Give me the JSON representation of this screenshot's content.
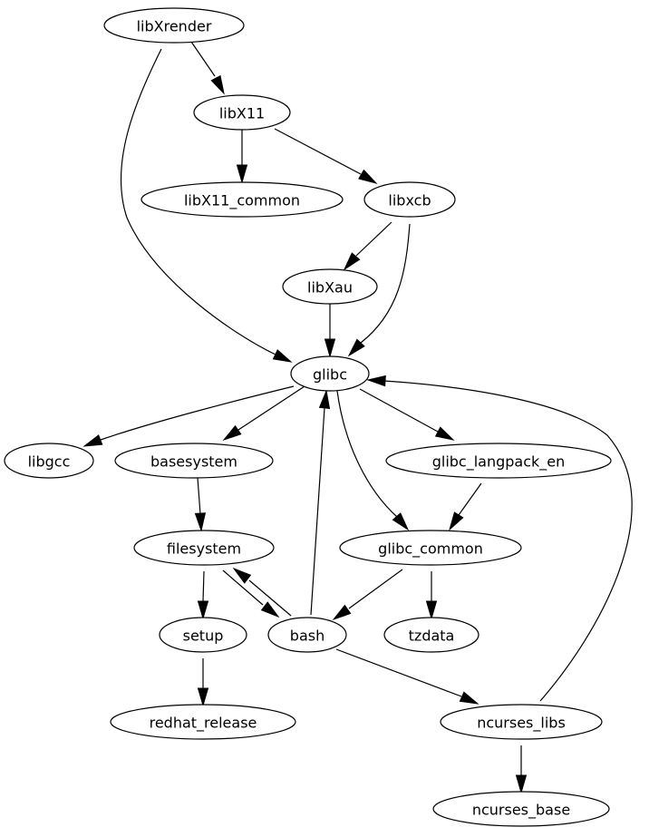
{
  "graph": {
    "type": "directed",
    "nodes": [
      {
        "id": "libXrender",
        "label": "libXrender"
      },
      {
        "id": "libX11",
        "label": "libX11"
      },
      {
        "id": "libX11_common",
        "label": "libX11_common"
      },
      {
        "id": "libxcb",
        "label": "libxcb"
      },
      {
        "id": "libXau",
        "label": "libXau"
      },
      {
        "id": "glibc",
        "label": "glibc"
      },
      {
        "id": "libgcc",
        "label": "libgcc"
      },
      {
        "id": "basesystem",
        "label": "basesystem"
      },
      {
        "id": "glibc_langpack_en",
        "label": "glibc_langpack_en"
      },
      {
        "id": "filesystem",
        "label": "filesystem"
      },
      {
        "id": "glibc_common",
        "label": "glibc_common"
      },
      {
        "id": "setup",
        "label": "setup"
      },
      {
        "id": "bash",
        "label": "bash"
      },
      {
        "id": "tzdata",
        "label": "tzdata"
      },
      {
        "id": "redhat_release",
        "label": "redhat_release"
      },
      {
        "id": "ncurses_libs",
        "label": "ncurses_libs"
      },
      {
        "id": "ncurses_base",
        "label": "ncurses_base"
      }
    ],
    "edges": [
      {
        "from": "libXrender",
        "to": "libX11"
      },
      {
        "from": "libXrender",
        "to": "glibc"
      },
      {
        "from": "libX11",
        "to": "libX11_common"
      },
      {
        "from": "libX11",
        "to": "libxcb"
      },
      {
        "from": "libxcb",
        "to": "libXau"
      },
      {
        "from": "libxcb",
        "to": "glibc"
      },
      {
        "from": "libXau",
        "to": "glibc"
      },
      {
        "from": "glibc",
        "to": "libgcc"
      },
      {
        "from": "glibc",
        "to": "basesystem"
      },
      {
        "from": "glibc",
        "to": "glibc_langpack_en"
      },
      {
        "from": "glibc",
        "to": "glibc_common"
      },
      {
        "from": "basesystem",
        "to": "filesystem"
      },
      {
        "from": "glibc_langpack_en",
        "to": "glibc_common"
      },
      {
        "from": "filesystem",
        "to": "setup"
      },
      {
        "from": "filesystem",
        "to": "bash"
      },
      {
        "from": "bash",
        "to": "filesystem"
      },
      {
        "from": "bash",
        "to": "glibc"
      },
      {
        "from": "bash",
        "to": "ncurses_libs"
      },
      {
        "from": "glibc_common",
        "to": "bash"
      },
      {
        "from": "glibc_common",
        "to": "tzdata"
      },
      {
        "from": "setup",
        "to": "redhat_release"
      },
      {
        "from": "ncurses_libs",
        "to": "glibc"
      },
      {
        "from": "ncurses_libs",
        "to": "ncurses_base"
      }
    ]
  }
}
